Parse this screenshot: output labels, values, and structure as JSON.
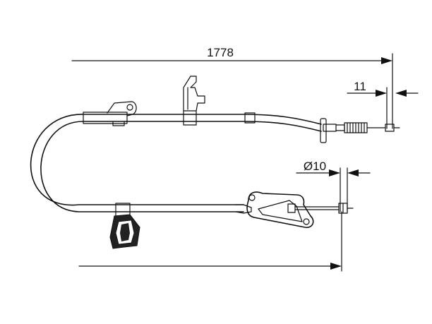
{
  "dimensions": {
    "overall_length": "1778",
    "end_fitting_length": "11",
    "diameter": "Ø10"
  },
  "colors": {
    "line": "#111111",
    "background": "#ffffff"
  }
}
